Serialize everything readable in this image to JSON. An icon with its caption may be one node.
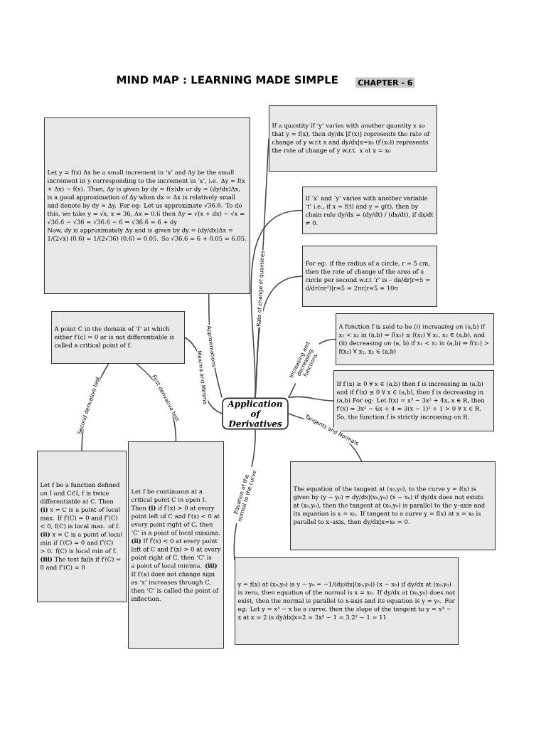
{
  "diagram": {
    "title": "MIND MAP : LEARNING MADE SIMPLE",
    "nodes": [
      {
        "text": [
          "Application of Derivatives"
        ]
      },
      {
        "text": [
          "Let y = f(x) Δx be a small increment in ‘x’ and Δy be the small increment in y corresponding to the increment in ‘x’, i.e. Δy = f(x + Δx) − f(x). Then, Δy is given by dy = f(x)dx or dy = (dy/dx)Δx, is a good approximation of Δy when dx = Δx is relatively small and denote by dy ≈ Δy. For eg: Let us approximate √36.6. To do this, we take y = √x, x = 36, Δx = 0.6 then Δy = √(x + dx) − √x = √36.6 − √36 = √36.6 − 6 ⇒ √36.6 = 6 + dy",
          "Now, dy is approximately Δy and is given by dy = (dy/dx)Δx = 1/(2√x) (0.6) = 1/(2√36) (0.6) = 0.05. So √36.6 = 6 + 0.05 = 6.05."
        ]
      },
      {
        "text": [
          "If a quantity if ‘y’ varies with another quantity x so that y = f(x), then dy/dx [f′(x)] represents the rate of change of y w.r.t x and dy/dx|x=x₀ (f′(x₀)) represents the rate of change of y w.r.t. x at x = x₀"
        ]
      },
      {
        "text": [
          "If ‘x’ and ‘y’ varies with another variable ‘t’ i.e., if x = f(t) and y = g(t), then by chain rule dy/dx = (dy/dt) / (dx/dt), if dx/dt ≠ 0."
        ]
      },
      {
        "text": [
          "For eg: if the radius of a circle, r = 5 cm, then the rate of change of the area of a circle per second w.r.t ‘r’ is – da/dr|r=5 = d/dr(πr²)|r=5 = 2πr|r=5 = 10π"
        ]
      },
      {
        "text": [
          "A function f is said to be (i) increasing on (a,b) if x₁ < x₂ in (a,b) ⇒ f(x₁) ≤ f(x₂) ∀ x₁, x₂ ∈ (a,b), and (ii) decreasing on (a, b) if x₁ < x₂ in (a,b) ⇒ f(x₁) > f(x₂) ∀ x₁, x₂ ∈ (a,b)"
        ]
      },
      {
        "text": [
          "If f′(x) ≥ 0 ∀ x ∈ (a,b) then f is increasing in (a,b) and if f′(x) ≤ 0 ∀ x ∈ (a,b), then f is decreasing in (a,b) For eg: Let f(x) = x³ − 3x² + 4x, x ∈ R, then f′(x) = 3x² − 6x + 4 = 3(x − 1)² + 1 > 0 ∀ x ∈ R. So, the function f is strictly increasing on R."
        ]
      },
      {
        "text": [
          "The equation of the tangent at (x₀,y₀), to the curve y = f(x) is given by (y − y₀) = dy/dx|(x₀,y₀) (x − x₀) if dy/dx does not exists at (x₀,y₀), then the tangent at (x₀,y₀) is parallel to the y–axis and its equation is x = x₀. If tangent to a curve y = f(x) at x = x₀ is parallel to x–axis, then dy/dx|x=x₀ = 0."
        ]
      },
      {
        "text": [
          "y = f(x) at (x₀,y₀) is y − y₀ = −1/(dy/dx|(x₀,y₀)) (x − x₀) if dy/dx at (x₀,y₀) is zero, then equation of the normal is x = x₀. If dy/dx at (x₀,y₀) does not exist, then the normal is parallel to x-axis and its equation is y = y₀. For eg: Let y = x³ − x be a curve, then the slope of the tangent to y = x³ − x at x = 2 is dy/dx|x=2 = 3x² − 1 = 3.2² − 1 = 11"
        ]
      },
      {
        "text": [
          "A point C in the domain of ‘f’ at which either f′(c) = 0 or is not differentiable is called a critical point of f."
        ]
      },
      {
        "text": [
          "Let f be continuous at a critical point C in open I. Then **(i)** if f′(x) > 0 at every point left of C and f′(x) < 0 at every point right of C, then ‘C’ is a point of local maxima. **(ii)** If f′(x) < 0 at every point left of C and f′(x) > 0 at every point right of C, then ‘C’ is a point of local minima. **(iii)** If f′(x) does not change sign as ‘x’ increases through C, then ‘C’ is called the point of inflection."
        ]
      },
      {
        "text": [
          "Let f be a function defined on I and C∈I, f is twice differentiable at C. Then **(i)** x = C is a point of local max. If f′(C) = 0 and f″(C) < 0, f(C) is local max. of f. **(ii)** x = C is a point of local min if f′(C) = 0 and f″(C) > 0. f(C) is local min of f. **(iii)** The test fails if f′(C) = 0 and f″(C) = 0"
        ]
      }
    ],
    "edges": [
      {
        "from": 0,
        "to": 1,
        "arrow": "none",
        "label": "Approximations"
      },
      {
        "from": 0,
        "to": 2,
        "arrow": "none",
        "label": "Rate of change of quantities"
      },
      {
        "from": 0,
        "to": 3,
        "arrow": "none"
      },
      {
        "from": 0,
        "to": 4,
        "arrow": "none"
      },
      {
        "from": 0,
        "to": 5,
        "arrow": "none",
        "label": "Increasing and decreasing functions"
      },
      {
        "from": 0,
        "to": 6,
        "arrow": "none"
      },
      {
        "from": 0,
        "to": 7,
        "arrow": "none",
        "label": "Tangents and Normals"
      },
      {
        "from": 0,
        "to": 8,
        "arrow": "none",
        "label": "Equation of the normal to the curve"
      },
      {
        "from": 0,
        "to": 9,
        "arrow": "none",
        "label": "Maxima and Minima"
      },
      {
        "from": 9,
        "to": 10,
        "arrow": "none",
        "label": "First derivative test"
      },
      {
        "from": 9,
        "to": 11,
        "arrow": "none",
        "label": "Second derivative test"
      }
    ],
    "labels": [
      "CHAPTER - 6"
    ]
  }
}
